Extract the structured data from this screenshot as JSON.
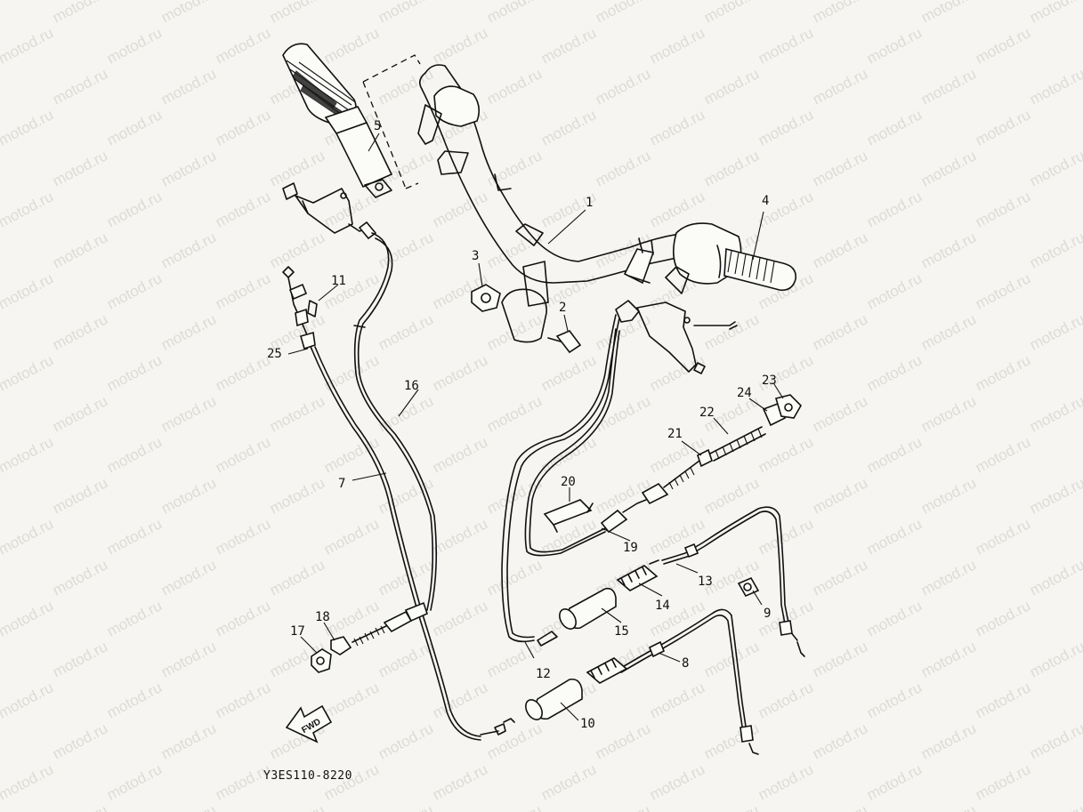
{
  "watermark": "motod.ru",
  "diagram_code": "Y3ES110-8220",
  "forward_label": "FWD",
  "callouts": [
    {
      "id": "1",
      "label": "1"
    },
    {
      "id": "2",
      "label": "2"
    },
    {
      "id": "3",
      "label": "3"
    },
    {
      "id": "4",
      "label": "4"
    },
    {
      "id": "5",
      "label": "5"
    },
    {
      "id": "7",
      "label": "7"
    },
    {
      "id": "8",
      "label": "8"
    },
    {
      "id": "9",
      "label": "9"
    },
    {
      "id": "10",
      "label": "10"
    },
    {
      "id": "11",
      "label": "11"
    },
    {
      "id": "12",
      "label": "12"
    },
    {
      "id": "13",
      "label": "13"
    },
    {
      "id": "14",
      "label": "14"
    },
    {
      "id": "15",
      "label": "15"
    },
    {
      "id": "16",
      "label": "16"
    },
    {
      "id": "17",
      "label": "17"
    },
    {
      "id": "18",
      "label": "18"
    },
    {
      "id": "19",
      "label": "19"
    },
    {
      "id": "20",
      "label": "20"
    },
    {
      "id": "21",
      "label": "21"
    },
    {
      "id": "22",
      "label": "22"
    },
    {
      "id": "23",
      "label": "23"
    },
    {
      "id": "24",
      "label": "24"
    },
    {
      "id": "25",
      "label": "25"
    }
  ],
  "colors": {
    "ink": "#111111",
    "paper": "#f6f5f1",
    "watermark": "#c9c7c0"
  }
}
